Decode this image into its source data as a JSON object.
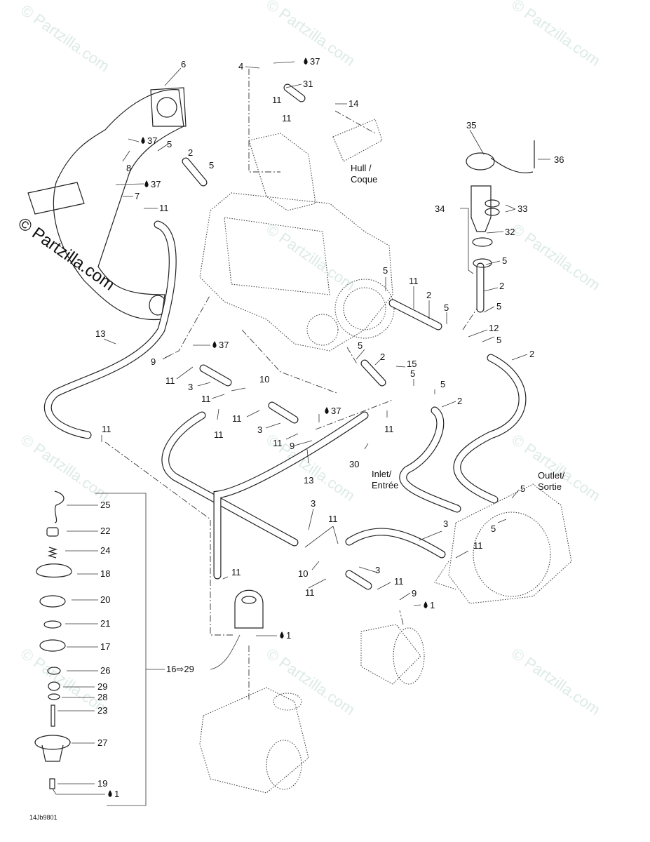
{
  "diagram": {
    "title": "Cooling system exploded parts diagram",
    "drawing_code": "14Jb9801",
    "watermark": "© Partzilla.com",
    "notes": {
      "hull": [
        "Hull /",
        "Coque"
      ],
      "inlet": [
        "Inlet/",
        "Entrée"
      ],
      "outlet": [
        "Outlet/",
        "Sortie"
      ]
    },
    "range_label": {
      "from": "16",
      "to": "29"
    },
    "callouts": [
      {
        "id": "c6",
        "text": "6"
      },
      {
        "id": "c4",
        "text": "4"
      },
      {
        "id": "c37a",
        "text": "37",
        "sealant": true
      },
      {
        "id": "c31",
        "text": "31"
      },
      {
        "id": "c11a",
        "text": "11"
      },
      {
        "id": "c14",
        "text": "14"
      },
      {
        "id": "c11b",
        "text": "11"
      },
      {
        "id": "c35",
        "text": "35"
      },
      {
        "id": "c36",
        "text": "36"
      },
      {
        "id": "c37b",
        "text": "37",
        "sealant": true
      },
      {
        "id": "c5a",
        "text": "5"
      },
      {
        "id": "c2a",
        "text": "2"
      },
      {
        "id": "c5b",
        "text": "5"
      },
      {
        "id": "c8",
        "text": "8"
      },
      {
        "id": "c37c",
        "text": "37",
        "sealant": true
      },
      {
        "id": "c7",
        "text": "7"
      },
      {
        "id": "c11c",
        "text": "11"
      },
      {
        "id": "c34",
        "text": "34"
      },
      {
        "id": "c33",
        "text": "33"
      },
      {
        "id": "c32",
        "text": "32"
      },
      {
        "id": "c5c",
        "text": "5"
      },
      {
        "id": "c2b",
        "text": "2"
      },
      {
        "id": "c5d",
        "text": "5"
      },
      {
        "id": "c5e",
        "text": "5"
      },
      {
        "id": "c11d",
        "text": "11"
      },
      {
        "id": "c2c",
        "text": "2"
      },
      {
        "id": "c5f",
        "text": "5"
      },
      {
        "id": "c12",
        "text": "12"
      },
      {
        "id": "c5g",
        "text": "5"
      },
      {
        "id": "c2d",
        "text": "2"
      },
      {
        "id": "c13a",
        "text": "13"
      },
      {
        "id": "c37d",
        "text": "37",
        "sealant": true
      },
      {
        "id": "c9a",
        "text": "9"
      },
      {
        "id": "c11e",
        "text": "11"
      },
      {
        "id": "c3a",
        "text": "3"
      },
      {
        "id": "c10a",
        "text": "10"
      },
      {
        "id": "c11f",
        "text": "11"
      },
      {
        "id": "c11g",
        "text": "11"
      },
      {
        "id": "c3b",
        "text": "3"
      },
      {
        "id": "c11h",
        "text": "11"
      },
      {
        "id": "c11i",
        "text": "11"
      },
      {
        "id": "c9b",
        "text": "9"
      },
      {
        "id": "c37e",
        "text": "37",
        "sealant": true
      },
      {
        "id": "c5h",
        "text": "5"
      },
      {
        "id": "c2e",
        "text": "2"
      },
      {
        "id": "c15",
        "text": "15"
      },
      {
        "id": "c5i",
        "text": "5"
      },
      {
        "id": "c5j",
        "text": "5"
      },
      {
        "id": "c2f",
        "text": "2"
      },
      {
        "id": "c11j",
        "text": "11"
      },
      {
        "id": "c11k",
        "text": "11"
      },
      {
        "id": "c30",
        "text": "30"
      },
      {
        "id": "c13b",
        "text": "13"
      },
      {
        "id": "c5k",
        "text": "5"
      },
      {
        "id": "c5l",
        "text": "5"
      },
      {
        "id": "c3c",
        "text": "3"
      },
      {
        "id": "c11l",
        "text": "11"
      },
      {
        "id": "c3d",
        "text": "3"
      },
      {
        "id": "c11m",
        "text": "11"
      },
      {
        "id": "c10b",
        "text": "10"
      },
      {
        "id": "c11n",
        "text": "11"
      },
      {
        "id": "c3e",
        "text": "3"
      },
      {
        "id": "c11o",
        "text": "11"
      },
      {
        "id": "c9c",
        "text": "9"
      },
      {
        "id": "c1a",
        "text": "1",
        "sealant": true
      },
      {
        "id": "c11p",
        "text": "11"
      },
      {
        "id": "c1b",
        "text": "1",
        "sealant": true
      },
      {
        "id": "c25",
        "text": "25"
      },
      {
        "id": "c22",
        "text": "22"
      },
      {
        "id": "c24",
        "text": "24"
      },
      {
        "id": "c18",
        "text": "18"
      },
      {
        "id": "c20",
        "text": "20"
      },
      {
        "id": "c21",
        "text": "21"
      },
      {
        "id": "c17",
        "text": "17"
      },
      {
        "id": "c26",
        "text": "26"
      },
      {
        "id": "c29",
        "text": "29"
      },
      {
        "id": "c28",
        "text": "28"
      },
      {
        "id": "c23",
        "text": "23"
      },
      {
        "id": "c27",
        "text": "27"
      },
      {
        "id": "c19",
        "text": "19"
      },
      {
        "id": "c1c",
        "text": "1",
        "sealant": true
      }
    ]
  }
}
